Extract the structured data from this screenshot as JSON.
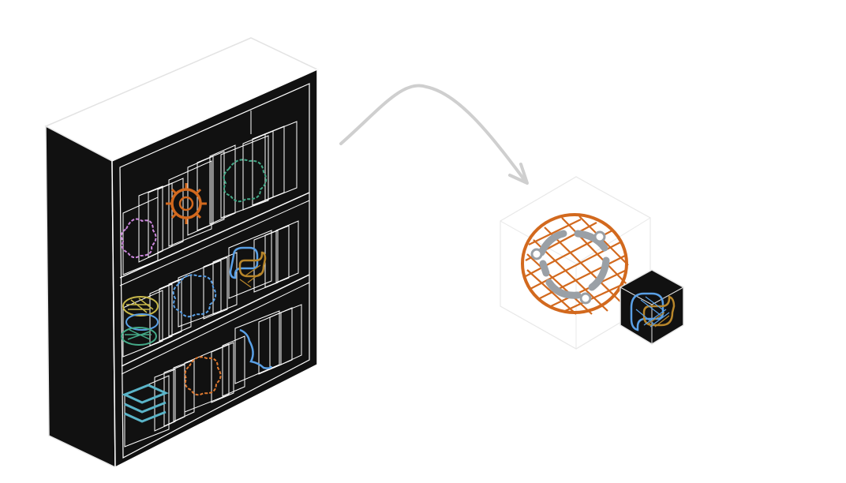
{
  "diagram": {
    "shelf_sections": [
      {
        "id": "top",
        "icons": [
          "purple-brain-icon",
          "orange-gear-icon",
          "green-brain-icon"
        ]
      },
      {
        "id": "middle",
        "icons": [
          "yellow-blue-python-icon",
          "blue-brain-icon",
          "python-logo-icon"
        ]
      },
      {
        "id": "bottom",
        "icons": [
          "cyan-layers-icon",
          "orange-brain-icon",
          "blue-line-icon"
        ]
      }
    ],
    "colors": {
      "bookcase_fill": "#111111",
      "outline": "#e6e6e6",
      "arrow": "#cfcfcf",
      "orange": "#d2691e",
      "gray": "#9aa0a6",
      "purple": "#cc88dd",
      "green": "#44aa88",
      "blue": "#5aa0e6",
      "yellow": "#c8b84a",
      "cyan": "#5ab4c8"
    }
  }
}
